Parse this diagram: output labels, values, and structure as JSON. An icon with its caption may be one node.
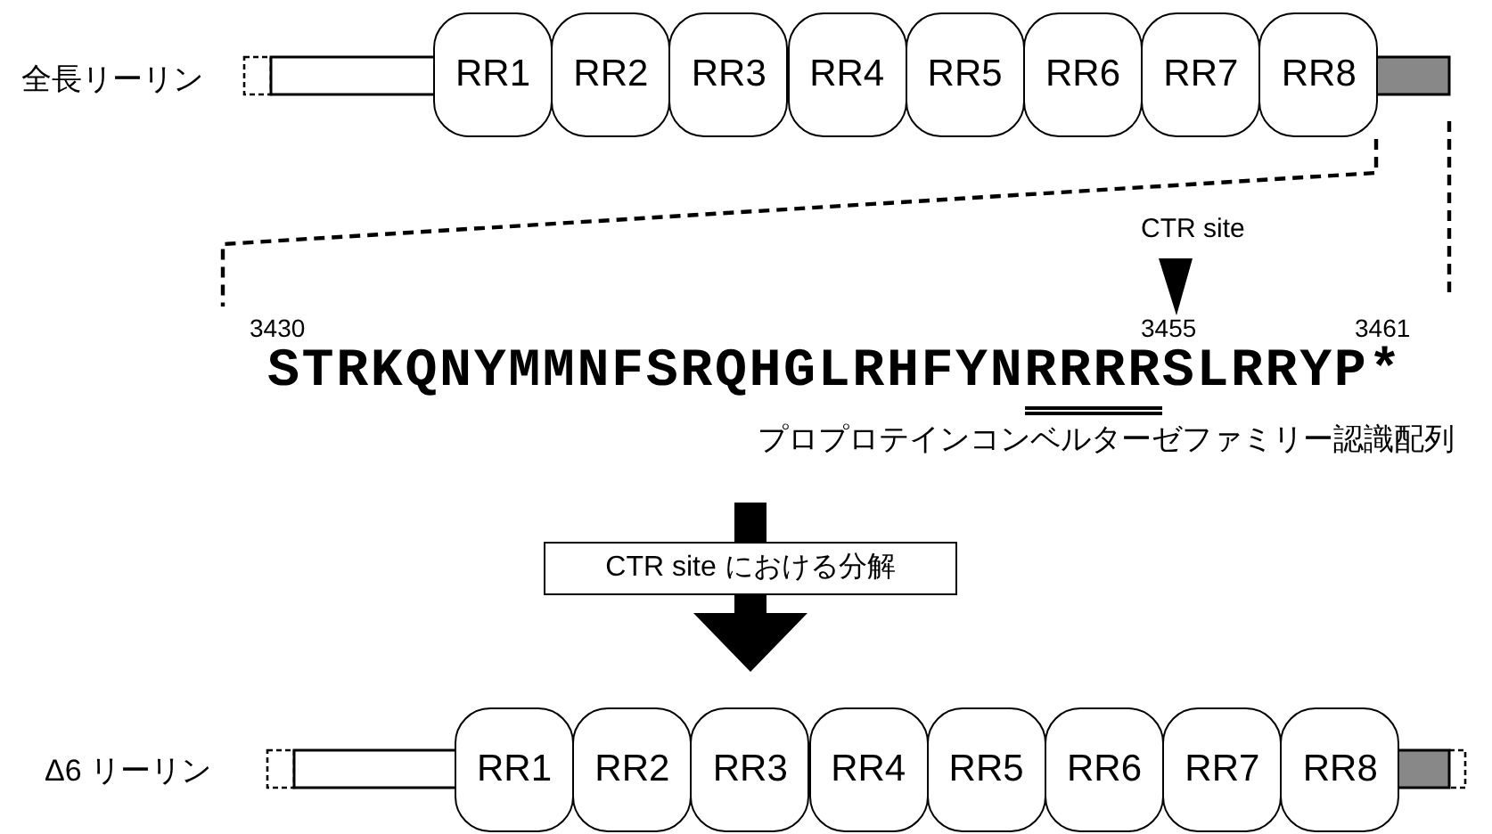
{
  "diagram": {
    "nodes": [
      {
        "text": [
          "RR1"
        ]
      },
      {
        "text": [
          "RR2"
        ]
      },
      {
        "text": [
          "RR3"
        ]
      },
      {
        "text": [
          "RR4"
        ]
      },
      {
        "text": [
          "RR5"
        ]
      },
      {
        "text": [
          "RR6"
        ]
      },
      {
        "text": [
          "RR7"
        ]
      },
      {
        "text": [
          "RR8"
        ]
      },
      {
        "text": [
          "CTR site における分解"
        ]
      },
      {
        "text": [
          "RR1"
        ]
      },
      {
        "text": [
          "RR2"
        ]
      },
      {
        "text": [
          "RR3"
        ]
      },
      {
        "text": [
          "RR4"
        ]
      },
      {
        "text": [
          "RR5"
        ]
      },
      {
        "text": [
          "RR6"
        ]
      },
      {
        "text": [
          "RR7"
        ]
      },
      {
        "text": [
          "RR8"
        ]
      }
    ],
    "edges": [
      {
        "from": null,
        "to": 8,
        "arrow": "none"
      },
      {
        "from": 8,
        "to": null,
        "arrow": "to"
      }
    ],
    "labels": [
      "全長リーリン",
      "CTR site",
      "3430",
      "3455",
      "3461",
      "STRKQNYMMNFSRQHGLRHFYNRRRRSLRRYP*",
      "プロプロテインコンベルターゼファミリー認識配列",
      "Δ6 リーリン"
    ]
  }
}
